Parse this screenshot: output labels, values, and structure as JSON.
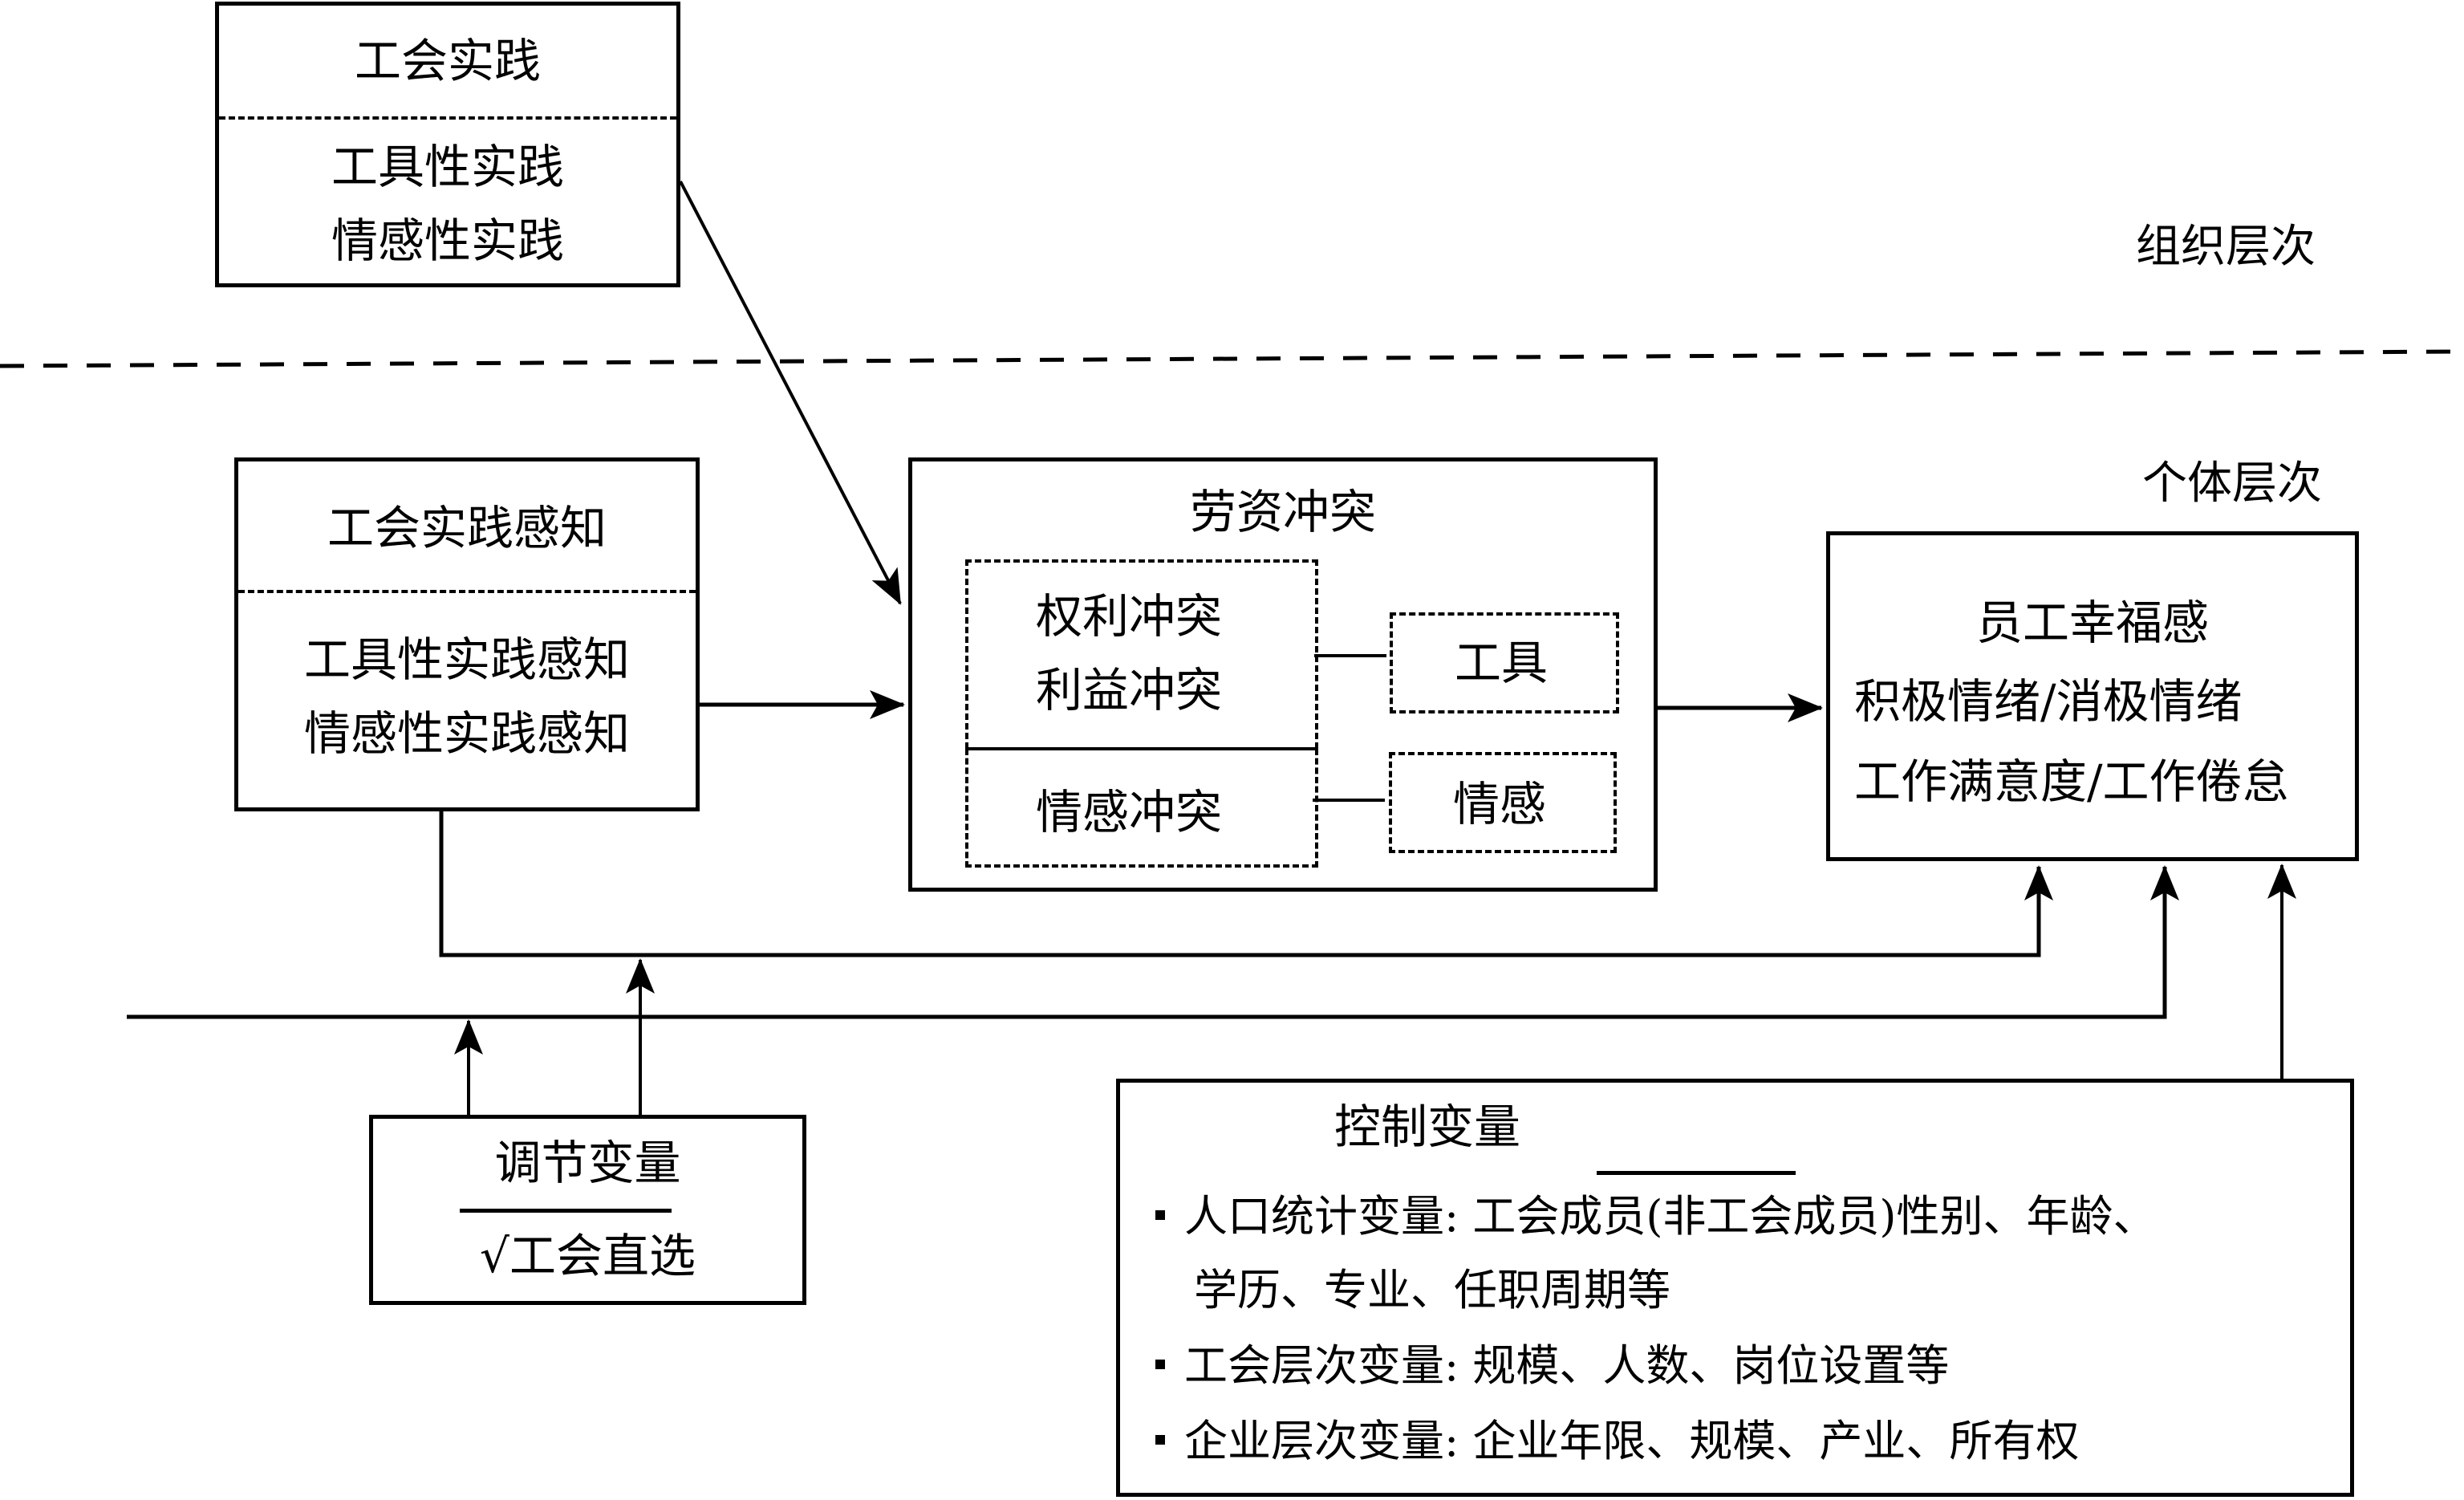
{
  "levels": {
    "organization": "组织层次",
    "individual": "个体层次"
  },
  "union_practice": {
    "title": "工会实践",
    "items": [
      "工具性实践",
      "情感性实践"
    ]
  },
  "perceived_practice": {
    "title": "工会实践感知",
    "items": [
      "工具性实践感知",
      "情感性实践感知"
    ]
  },
  "labor_conflict": {
    "title": "劳资冲突",
    "group_upper": [
      "权利冲突",
      "利益冲突"
    ],
    "group_lower": [
      "情感冲突"
    ],
    "tag_instrumental": "工具",
    "tag_affective": "情感"
  },
  "wellbeing": {
    "title": "员工幸福感",
    "items": [
      "积极情绪/消极情绪",
      "工作满意度/工作倦怠"
    ]
  },
  "moderator": {
    "title": "调节变量",
    "item": "√工会直选"
  },
  "controls": {
    "title": "控制变量",
    "items": [
      {
        "line1": "人口统计变量: 工会成员(非工会成员)性别、年龄、",
        "line2": "学历、专业、任职周期等"
      },
      {
        "line1": "工会层次变量: 规模、人数、岗位设置等"
      },
      {
        "line1": "企业层次变量: 企业年限、规模、产业、所有权"
      }
    ]
  }
}
